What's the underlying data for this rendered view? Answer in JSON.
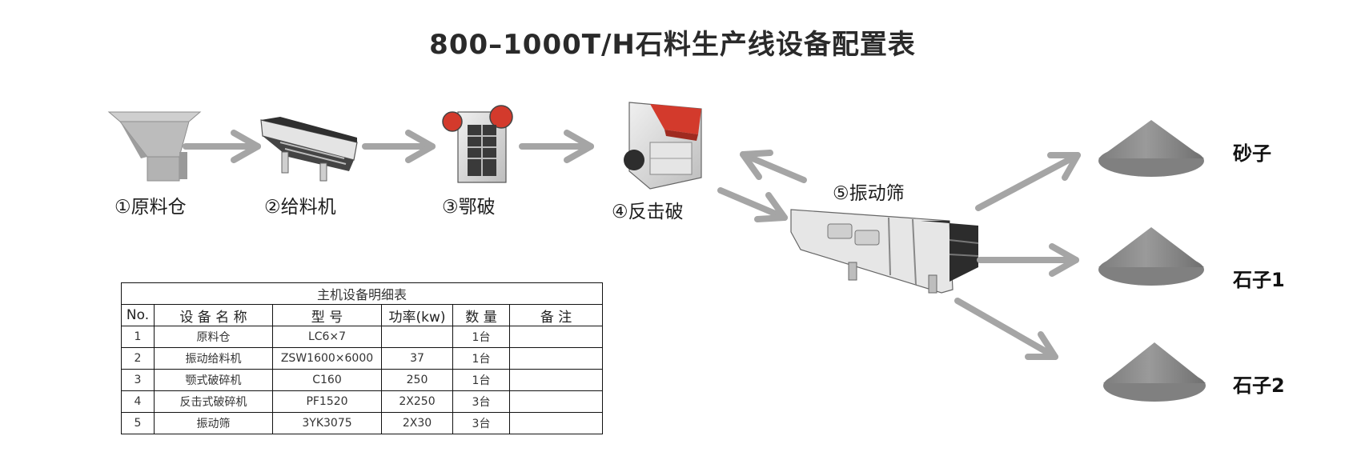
{
  "title": "800–1000T/H石料生产线设备配置表",
  "flow": {
    "steps": [
      {
        "label": "①原料仓"
      },
      {
        "label": "②给料机"
      },
      {
        "label": "③鄂破"
      },
      {
        "label": "④反击破"
      },
      {
        "label": "⑤振动筛"
      }
    ],
    "outputs": [
      {
        "label": "砂子"
      },
      {
        "label": "石子1"
      },
      {
        "label": "石子2"
      }
    ]
  },
  "table": {
    "caption": "主机设备明细表",
    "headers": [
      "No.",
      "设 备 名 称",
      "型 号",
      "功率(kw)",
      "数 量",
      "备 注"
    ],
    "rows": [
      [
        "1",
        "原料仓",
        "LC6×7",
        "",
        "1台",
        ""
      ],
      [
        "2",
        "振动给料机",
        "ZSW1600×6000",
        "37",
        "1台",
        ""
      ],
      [
        "3",
        "颚式破碎机",
        "C160",
        "250",
        "1台",
        ""
      ],
      [
        "4",
        "反击式破碎机",
        "PF1520",
        "2X250",
        "3台",
        ""
      ],
      [
        "5",
        "振动筛",
        "3YK3075",
        "2X30",
        "3台",
        ""
      ]
    ]
  },
  "colors": {
    "arrow": "#a5a5a5",
    "pile": "#8a8a8a",
    "crusher_accent": "#d33a2c",
    "machine": "#d9d9d9"
  }
}
